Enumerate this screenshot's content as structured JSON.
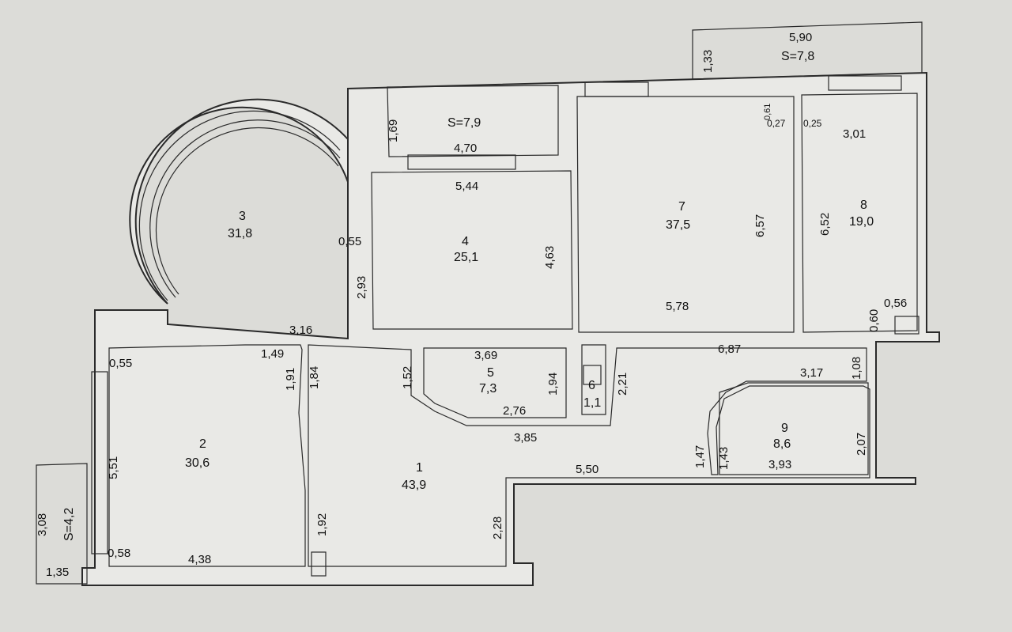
{
  "rooms": [
    {
      "id": "1",
      "area": "43,9"
    },
    {
      "id": "2",
      "area": "30,6"
    },
    {
      "id": "3",
      "area": "31,8"
    },
    {
      "id": "4",
      "area": "25,1"
    },
    {
      "id": "5",
      "area": "7,3"
    },
    {
      "id": "6",
      "area": "1,1"
    },
    {
      "id": "7",
      "area": "37,5"
    },
    {
      "id": "8",
      "area": "19,0"
    },
    {
      "id": "9",
      "area": "8,6"
    }
  ],
  "balconies": [
    {
      "area": "S=7,8"
    },
    {
      "area": "S=7,9"
    },
    {
      "area": "S=4,2"
    }
  ],
  "dimensions": {
    "d590": "5,90",
    "d133": "1,33",
    "d470": "4,70",
    "d169": "1,69",
    "d544": "5,44",
    "d463": "4,63",
    "d055a": "0,55",
    "d293": "2,93",
    "d316": "3,16",
    "d657": "6,57",
    "d578": "5,78",
    "d061": "0,61",
    "d027": "0,27",
    "d025": "0,25",
    "d301": "3,01",
    "d652": "6,52",
    "d060": "0,60",
    "d056": "0,56",
    "d687": "6,87",
    "d108": "1,08",
    "d317": "3,17",
    "d369": "3,69",
    "d194": "1,94",
    "d276": "2,76",
    "d385": "3,85",
    "d221": "2,21",
    "d152": "1,52",
    "d149": "1,49",
    "d191": "1,91",
    "d184": "1,84",
    "d055b": "0,55",
    "d551": "5,51",
    "d308": "3,08",
    "d135": "1,35",
    "d058": "0,58",
    "d438": "4,38",
    "d192": "1,92",
    "d228": "2,28",
    "d550": "5,50",
    "d147": "1,47",
    "d143": "1,43",
    "d393": "3,93",
    "d207": "2,07"
  }
}
